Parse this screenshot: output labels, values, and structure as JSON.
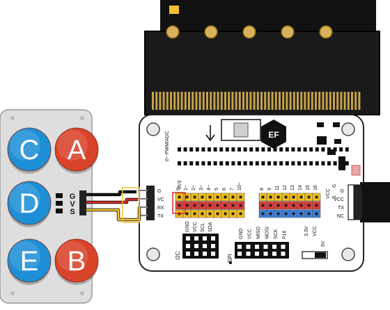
{
  "buttons": [
    {
      "id": "A",
      "label": "A",
      "color": "#d9432a"
    },
    {
      "id": "B",
      "label": "B",
      "color": "#d9432a"
    },
    {
      "id": "C",
      "label": "C",
      "color": "#1e8fd6"
    },
    {
      "id": "D",
      "label": "D",
      "color": "#1e8fd6"
    },
    {
      "id": "E",
      "label": "E",
      "color": "#1e8fd6"
    }
  ],
  "keypad_pins": [
    "G",
    "V",
    "S"
  ],
  "expansion_left_pins": [
    "G",
    "VC",
    "RX",
    "TX"
  ],
  "expansion_right_pins": [
    "G",
    "VCC",
    "TX",
    "NC"
  ],
  "right_side_labels": [
    "S",
    "G",
    "VCC"
  ],
  "header_group_left": [
    "0~",
    "1~",
    "2~",
    "3~",
    "4~",
    "5",
    "6",
    "7",
    "10~"
  ],
  "header_group_right": [
    "8",
    "9",
    "11",
    "12",
    "13",
    "14",
    "15",
    "16"
  ],
  "pwm_label": "0~ PWM/ADC",
  "i2c_pins": [
    "GND",
    "VCC",
    "SCL",
    "SDA"
  ],
  "spi_pins": [
    "GND",
    "VCC",
    "MISO",
    "MOSI",
    "SCK",
    "P16"
  ],
  "power_labels": [
    "3.3V",
    "VCC",
    "5V"
  ],
  "i2c_label": "I2C",
  "spi_label": "SPI",
  "v33_label": "3V3",
  "logo_text": "EF",
  "colors": {
    "board": "#ffffff",
    "board_outline": "#222222",
    "microbit": "#111111",
    "gold": "#d9b15a",
    "header_yellow": "#f6c21c",
    "header_red": "#e23b3b",
    "header_blue": "#3f7fe0",
    "keypad_grey": "#dcdcdc",
    "wire_black": "#111111",
    "wire_red": "#d62d20",
    "wire_yellow": "#f2c231"
  }
}
